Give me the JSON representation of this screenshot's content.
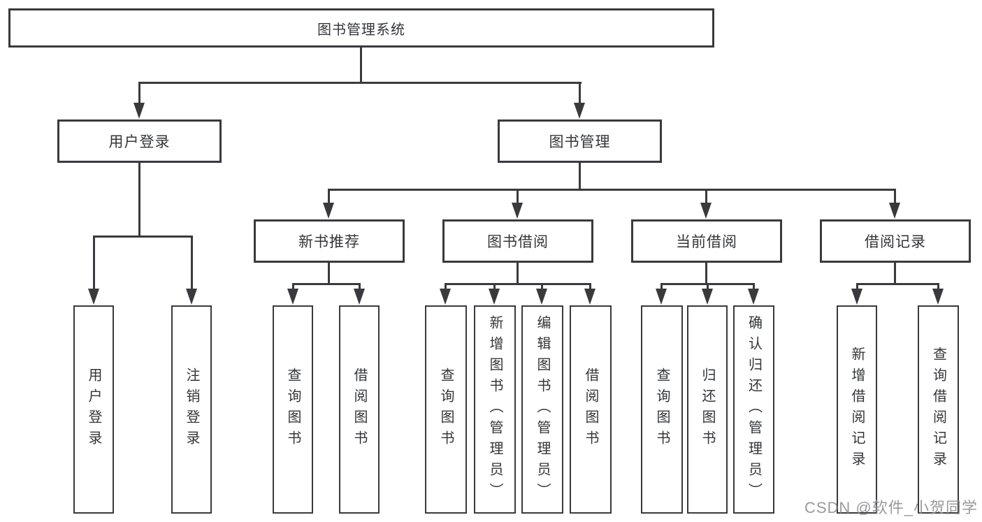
{
  "diagram": {
    "title_node": {
      "label": "图书管理系统"
    },
    "level2": [
      {
        "label": "用户登录"
      },
      {
        "label": "图书管理"
      }
    ],
    "level3": [
      {
        "label": "新书推荐"
      },
      {
        "label": "图书借阅"
      },
      {
        "label": "当前借阅"
      },
      {
        "label": "借阅记录"
      }
    ],
    "leaves": [
      {
        "label": "用户登录"
      },
      {
        "label": "注销登录"
      },
      {
        "label": "查询图书"
      },
      {
        "label": "借阅图书"
      },
      {
        "label": "查询图书"
      },
      {
        "label": "新增图书（管理员）"
      },
      {
        "label": "编辑图书（管理员）"
      },
      {
        "label": "借阅图书"
      },
      {
        "label": "查询图书"
      },
      {
        "label": "归还图书"
      },
      {
        "label": "确认归还（管理员）"
      },
      {
        "label": "新增借阅记录"
      },
      {
        "label": "查询借阅记录"
      }
    ]
  },
  "watermark": {
    "text": "CSDN @软件_小贺同学"
  },
  "colors": {
    "line": "#3a3a3e",
    "text": "#333538",
    "watermark": "#919194",
    "background": "#ffffff"
  }
}
